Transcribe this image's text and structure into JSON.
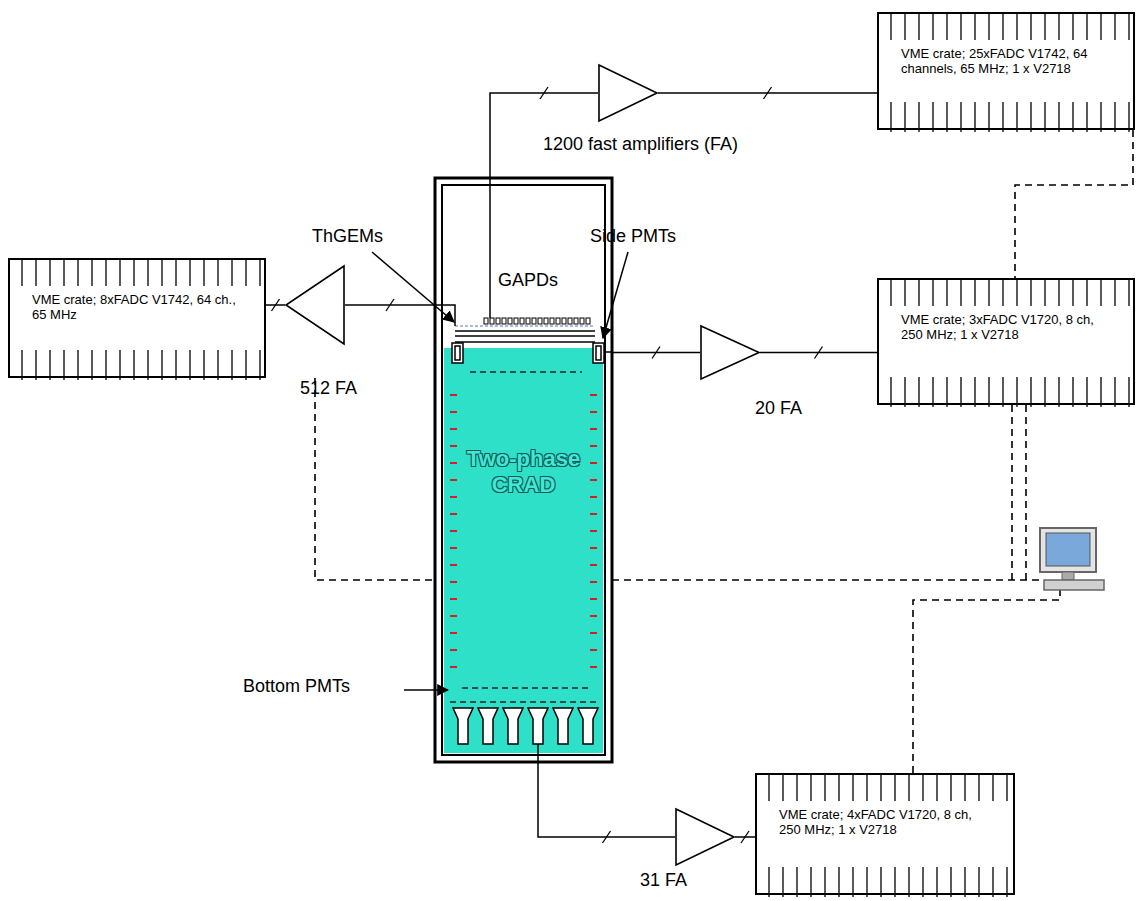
{
  "diagram": {
    "nodes": [
      {
        "text": [
          "VME crate; 25xFADC V1742, 64 channels, 65 MHz; 1 x V2718"
        ]
      },
      {
        "text": [
          "VME crate; 8xFADC V1742, 64 ch., 65 MHz"
        ]
      },
      {
        "text": [
          "VME crate; 3xFADC V1720, 8 ch, 250 MHz; 1 x V2718"
        ]
      },
      {
        "text": [
          "VME crate; 4xFADC V1720, 8 ch, 250 MHz; 1 x V2718"
        ]
      },
      {
        "text": [
          "Two-phase CRAD"
        ]
      },
      {
        "text": [
          "1200 fast amplifiers (FA)"
        ]
      },
      {
        "text": [
          "512 FA"
        ]
      },
      {
        "text": [
          "20 FA"
        ]
      },
      {
        "text": [
          "31 FA"
        ]
      }
    ],
    "edges": [
      {
        "from": 4,
        "to": 5,
        "arrow": "none"
      },
      {
        "from": 5,
        "to": 0,
        "arrow": "none"
      },
      {
        "from": 4,
        "to": 6,
        "arrow": "none"
      },
      {
        "from": 6,
        "to": 1,
        "arrow": "none"
      },
      {
        "from": 4,
        "to": 7,
        "arrow": "none"
      },
      {
        "from": 7,
        "to": 2,
        "arrow": "none"
      },
      {
        "from": 4,
        "to": 8,
        "arrow": "none"
      },
      {
        "from": 8,
        "to": 3,
        "arrow": "none"
      },
      {
        "from": 0,
        "to": 2,
        "arrow": "none"
      }
    ],
    "labels": [
      "ThGEMs",
      "GAPDs",
      "Side PMTs",
      "Bottom PMTs"
    ]
  }
}
